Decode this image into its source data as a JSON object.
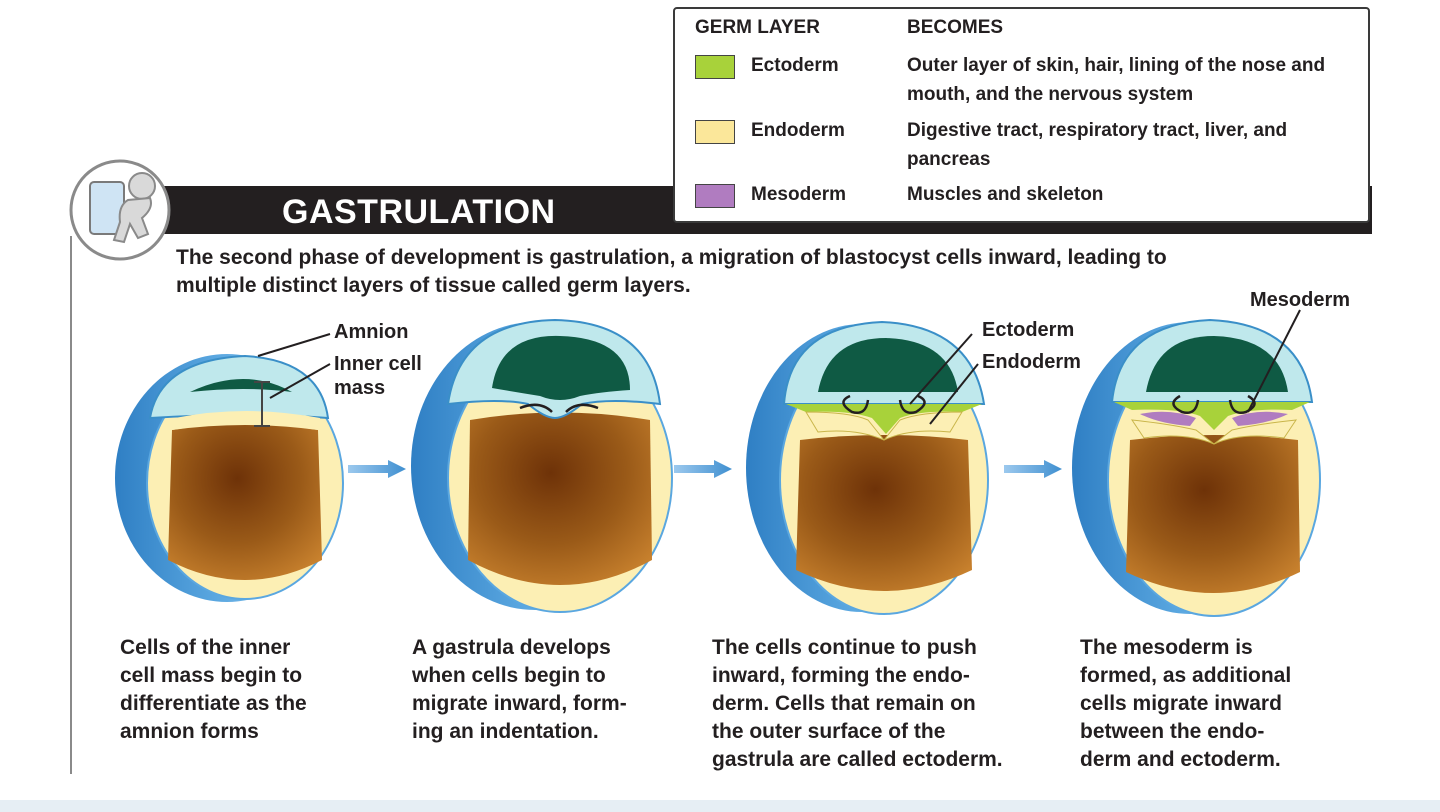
{
  "legend": {
    "col1_header": "GERM LAYER",
    "col2_header": "BECOMES",
    "rows": [
      {
        "layer": "Ectoderm",
        "becomes": "Outer layer of skin, hair, lining of the nose and mouth, and the nervous system",
        "color": "#a8d23a"
      },
      {
        "layer": "Endoderm",
        "becomes": "Digestive tract, respiratory tract, liver, and pancreas",
        "color": "#fbe79a"
      },
      {
        "layer": "Mesoderm",
        "becomes": "Muscles and skeleton",
        "color": "#b07cc0"
      }
    ]
  },
  "banner": {
    "title": "GASTRULATION"
  },
  "intro": "The second phase of development is gastrulation, a migration of blastocyst cells inward, leading to multiple distinct layers of tissue called germ layers.",
  "labels": {
    "amnion": "Amnion",
    "inner_cell_mass": "Inner cell\nmass",
    "ectoderm": "Ectoderm",
    "endoderm": "Endoderm",
    "mesoderm": "Mesoderm"
  },
  "captions": [
    "Cells of the inner\ncell mass begin to\ndifferentiate as the\namnion forms",
    "A gastrula develops\nwhen cells begin to\nmigrate inward, form-\ning an indentation.",
    "The cells continue to push\ninward, forming the endo-\nderm. Cells that remain on\nthe outer surface of the\ngastrula are called ectoderm.",
    "The mesoderm is\nformed, as additional\ncells migrate inward\nbetween the endo-\nderm and ectoderm."
  ],
  "colors": {
    "outer_blue": "#3f8fd0",
    "light_blue": "#bfe8ec",
    "amniotic_green": "#0f5a44",
    "yolk_yellow": "#fcefb4",
    "yolk_brown": "#9a5a18",
    "ectoderm_green": "#a8d23a",
    "mesoderm_purple": "#b07cc0",
    "arrow_blue": "#4a98d8",
    "banner_black": "#231f20"
  }
}
